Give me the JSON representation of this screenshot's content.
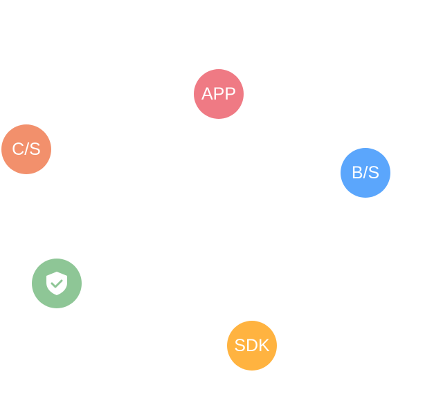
{
  "nodes": {
    "app": {
      "label": "APP",
      "color": "#ef7a84"
    },
    "cs": {
      "label": "C/S",
      "color": "#f2906c"
    },
    "bs": {
      "label": "B/S",
      "color": "#5ba6fc"
    },
    "security": {
      "icon": "shield-check-icon",
      "color": "#8ec696"
    },
    "sdk": {
      "label": "SDK",
      "color": "#ffb340"
    }
  }
}
